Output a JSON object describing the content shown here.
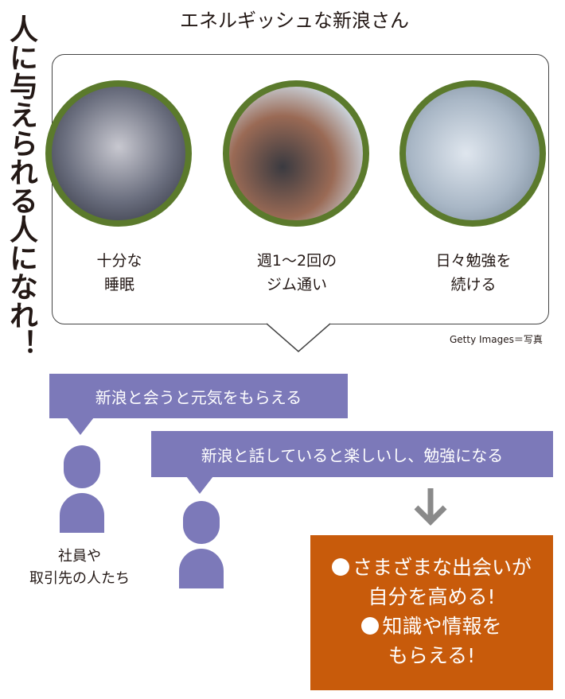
{
  "vertical_title": "人に与えられる人になれ！",
  "top_title": "エネルギッシュな新浪さん",
  "habits": [
    {
      "line1": "十分な",
      "line2": "睡眠",
      "icon": "sleeping-man-photo"
    },
    {
      "line1": "週1～2回の",
      "line2": "ジム通い",
      "icon": "dumbbell-gym-photo"
    },
    {
      "line1": "日々勉強を",
      "line2": "続ける",
      "icon": "businessman-laptop-photo"
    }
  ],
  "credit": "Getty Images＝写真",
  "speech1": "新浪と会うと元気をもらえる",
  "speech2": "新浪と話していると楽しいし、勉強になる",
  "people_label": {
    "line1": "社員や",
    "line2": "取引先の人たち"
  },
  "result": {
    "line1": "さまざまな出会いが",
    "line2": "自分を高める!",
    "line3": "知識や情報を",
    "line4": "もらえる!"
  },
  "colors": {
    "green": "#5b7a2c",
    "purple": "#7c79b9",
    "orange": "#c85b0b"
  }
}
